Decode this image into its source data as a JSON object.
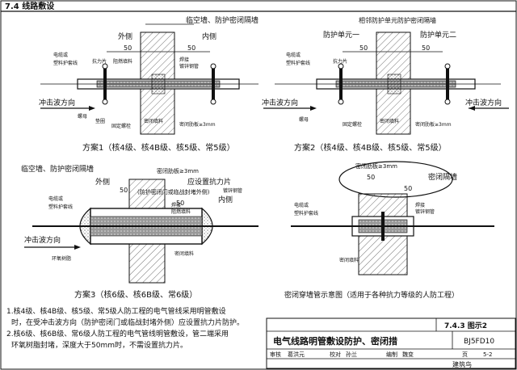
{
  "header": {
    "section": "7.4 线路敷设"
  },
  "panel1": {
    "top_label": "临空墙、防护密闭隔墙",
    "outer_side": "外侧",
    "inner_side": "内侧",
    "dim": "50",
    "labels": {
      "cable": "电缆或",
      "protect_pipe": "塑料护套线",
      "anti_force": "抗力片",
      "fire_fill": "阻燃填料",
      "nut": "螺母",
      "steel_pipe": "镀锌钢管",
      "weld": "焊接",
      "washer": "垫圈",
      "fixed_plate": "固定螺栓",
      "seal_fill": "密闭填料",
      "seal_rib": "密闭肋板",
      "rib_size": "≥3mm",
      "wave": "冲击波方向"
    },
    "caption": "方案1（核4级、核4B级、核5级、常5级）"
  },
  "panel2": {
    "top_label": "相邻防护单元防护密闭隔墙",
    "unit1": "防护单元一",
    "unit2": "防护单元二",
    "dim": "50",
    "labels": {
      "cable": "电缆或",
      "protect_pipe": "塑料护套线",
      "anti_force": "抗力片",
      "nut": "螺母",
      "fixed": "固定螺栓",
      "seal_fill": "密闭填料",
      "seal_rib": "密闭肋板",
      "rib_size": "≥3mm",
      "wave": "冲击波方向"
    },
    "caption": "方案2（核4级、核4B级、核5级、常5级）"
  },
  "panel3": {
    "top_label": "临空墙、防护密闭隔墙",
    "outer_side": "外侧",
    "inner_side": "内侧",
    "dim": "50",
    "rib_size": "密闭肋板≥3mm",
    "note": "应设置抗力片",
    "note_detail": "(防护密闭门或临战封堵外侧)",
    "labels": {
      "cable": "电缆或",
      "protect_pipe": "塑料护套线",
      "weld": "焊接",
      "fire_fill": "阻燃填料",
      "steel_pipe": "镀锌钢管",
      "seal_fill": "密闭填料",
      "epoxy": "环氧树脂",
      "wave": "冲击波方向"
    },
    "caption": "方案3（核6级、核6B级、常6级）"
  },
  "panel4": {
    "oval_label": "密闭肋板≥3mm",
    "wall_label": "密闭隔墙",
    "dim": "50",
    "labels": {
      "cable": "电缆或",
      "protect_pipe": "塑料护套线",
      "weld": "焊接",
      "steel_pipe": "镀锌钢管",
      "seal_fill": "密闭填料"
    },
    "caption": "密闭穿墙管示意图（适用于各种抗力等级的人防工程）"
  },
  "notes": {
    "line1": "1.核4级、核4B级、核5级、常5级人防工程的电气管线采用明管敷设",
    "line2": "时，在受冲击波方向（防护密闭门或临战封堵外侧）应设置抗力片防护。",
    "line3": "2.核6级、核6B级、常6级人防工程的电气管线明管敷设，管二端采用",
    "line4": "环氧树脂封堵，深度大于50mm时，不需设置抗力片。"
  },
  "titleblock": {
    "figure_no": "7.4.3 图示2",
    "title": "电气线路明管敷设防护、密闭措",
    "code": "BJ5FD10",
    "review": "审核",
    "review_name": "葛洪元",
    "check": "校对",
    "check_name": "孙兰",
    "design": "编制",
    "design_name": "魏变",
    "page_label": "页",
    "page_no": "5-2"
  },
  "watermark": "建筑鸟"
}
